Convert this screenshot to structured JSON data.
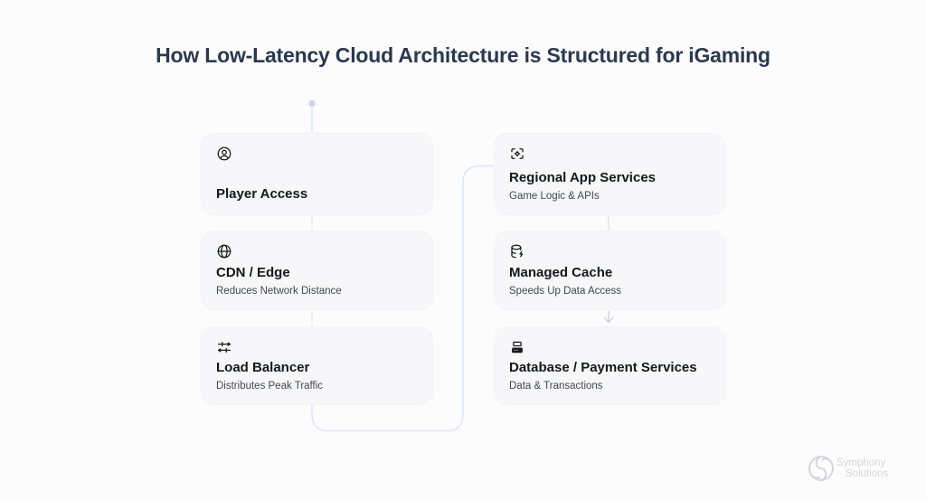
{
  "page": {
    "title": "How Low-Latency Cloud Architecture is Structured for iGaming"
  },
  "columns": {
    "left": [
      {
        "icon": "user-circle-icon",
        "title": "Player Access",
        "subtitle": ""
      },
      {
        "icon": "globe-icon",
        "title": "CDN / Edge",
        "subtitle": "Reduces Network Distance"
      },
      {
        "icon": "sliders-icon",
        "title": "Load Balancer",
        "subtitle": "Distributes Peak Traffic"
      }
    ],
    "right": [
      {
        "icon": "chip-gear-icon",
        "title": "Regional App Services",
        "subtitle": "Game Logic & APIs"
      },
      {
        "icon": "database-bolt-icon",
        "title": "Managed Cache",
        "subtitle": "Speeds Up Data Access"
      },
      {
        "icon": "server-icon",
        "title": "Database / Payment Services",
        "subtitle": "Data & Transactions"
      }
    ]
  },
  "branding": {
    "logo_line1": "Symphony",
    "logo_line2": "Solutions"
  },
  "colors": {
    "page_bg": "#fcfcfd",
    "title_color": "#2b394e",
    "card_bg": "#f7f7f9",
    "card_title_color": "#15171c",
    "card_sub_color": "#42464f",
    "icon_color": "#16181d",
    "connector_blue": "#dde4f6",
    "connector_dot": "#c9d3ef",
    "connector_faint": "#ededf2",
    "connector_gray": "#e3e3e9",
    "arrow_gray": "#c9ccd5",
    "logo_gray": "#d6d7dc"
  }
}
